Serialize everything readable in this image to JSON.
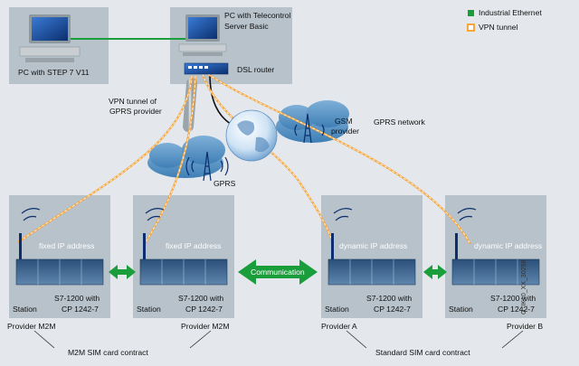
{
  "legend": {
    "industrial_ethernet": "Industrial Ethernet",
    "vpn_tunnel": "VPN tunnel",
    "colors": {
      "ethernet": "#1a9e3c",
      "vpn": "#f5a63d"
    }
  },
  "top": {
    "pc_step7_label": "PC with STEP 7 V11",
    "pc_telecontrol_label": [
      "PC with Telecontrol",
      "Server Basic"
    ],
    "dsl_router_label": "DSL router",
    "vpn_tunnel_gprs_label": [
      "VPN tunnel of",
      "GPRS provider"
    ],
    "gsm_provider_label": [
      "GSM",
      "provider"
    ],
    "gprs_network_label": "GPRS network",
    "gprs_label": "GPRS"
  },
  "stations": [
    {
      "ip": "fixed IP address",
      "station": "Station",
      "device": [
        "S7-1200 with",
        "CP 1242-7"
      ],
      "provider": "Provider M2M"
    },
    {
      "ip": "fixed IP address",
      "station": "Station",
      "device": [
        "S7-1200 with",
        "CP 1242-7"
      ],
      "provider": "Provider M2M"
    },
    {
      "ip": "dynamic IP address",
      "station": "Station",
      "device": [
        "S7-1200 with",
        "CP 1242-7"
      ],
      "provider": "Provider A"
    },
    {
      "ip": "dynamic IP address",
      "station": "Station",
      "device": [
        "S7-1200 with",
        "CP 1242-7"
      ],
      "provider": "Provider B"
    }
  ],
  "communication_label": "Communication",
  "m2m_contract_label": "M2M SIM card contract",
  "standard_contract_label": "Standard SIM card contract",
  "figure_id": "G_IK10_XX_30258"
}
